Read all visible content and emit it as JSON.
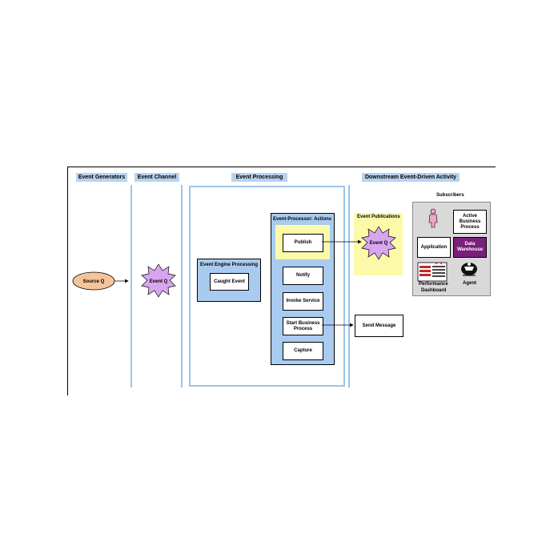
{
  "headers": {
    "generators": "Event Generators",
    "channel": "Event Channel",
    "processing": "Event Processing",
    "downstream": "Downstream Event-Driven Activity"
  },
  "nodes": {
    "source_q": "Source Q",
    "event_q_channel": "Event Q",
    "engine_title": "Event Engine Processing",
    "caught_event": "Caught Event",
    "actions_title": "Event-Processor: Actions",
    "publish": "Publish",
    "notify": "Notify",
    "invoke_service": "Invoke Service",
    "start_bp_1": "Start Business",
    "start_bp_2": "Process",
    "capture": "Capture",
    "send_message": "Send Message",
    "publications_title": "Event Publications",
    "event_q_pub": "Event Q"
  },
  "subscribers": {
    "title": "Subscribers",
    "active_bp_1": "Active",
    "active_bp_2": "Business",
    "active_bp_3": "Process",
    "application": "Application",
    "warehouse_1": "Data",
    "warehouse_2": "Warehouse",
    "dashboard_1": "Performance",
    "dashboard_2": "Dashboard",
    "agent": "Agent"
  },
  "colors": {
    "header_bg": "#b7d3ee",
    "lane_line": "#9fc3e6",
    "source_fill": "#f5c49a",
    "burst_fill": "#d8a6f0",
    "blue_box": "#a9cbef",
    "yellow_highlight": "#fcfaa8",
    "subscribers_bg": "#d9d9d9",
    "warehouse_bg": "#7a1f7a"
  },
  "icons": {
    "person": "person-icon",
    "dashboard": "dashboard-icon",
    "agent": "agent-icon"
  }
}
